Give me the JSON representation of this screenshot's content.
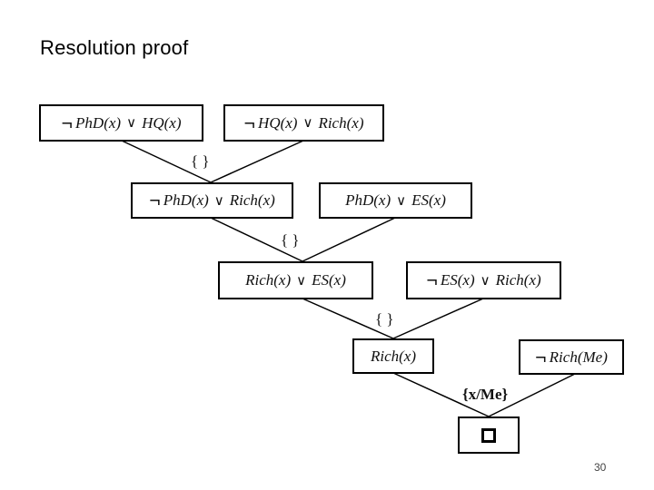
{
  "slide": {
    "title": "Resolution proof",
    "page_number": "30"
  },
  "symbols": {
    "neg": "¬",
    "or": "∨"
  },
  "clauses": {
    "c1": {
      "lit1": "PhD(x)",
      "lit1_neg": true,
      "lit2": "HQ(x)",
      "lit2_neg": false
    },
    "c2": {
      "lit1": "HQ(x)",
      "lit1_neg": true,
      "lit2": "Rich(x)",
      "lit2_neg": false
    },
    "c3": {
      "lit1": "PhD(x)",
      "lit1_neg": true,
      "lit2": "Rich(x)",
      "lit2_neg": false
    },
    "c4": {
      "lit1": "PhD(x)",
      "lit1_neg": false,
      "lit2": "ES(x)",
      "lit2_neg": false
    },
    "c5": {
      "lit1": "Rich(x)",
      "lit1_neg": false,
      "lit2": "ES(x)",
      "lit2_neg": false
    },
    "c6": {
      "lit1": "ES(x)",
      "lit1_neg": true,
      "lit2": "Rich(x)",
      "lit2_neg": false
    },
    "c7": {
      "lit1": "Rich(x)",
      "lit1_neg": false
    },
    "c8": {
      "lit1": "Rich(Me)",
      "lit1_neg": true
    }
  },
  "substitutions": {
    "s1": "{ }",
    "s2": "{ }",
    "s3": "{ }",
    "s4": "{x/Me}"
  }
}
